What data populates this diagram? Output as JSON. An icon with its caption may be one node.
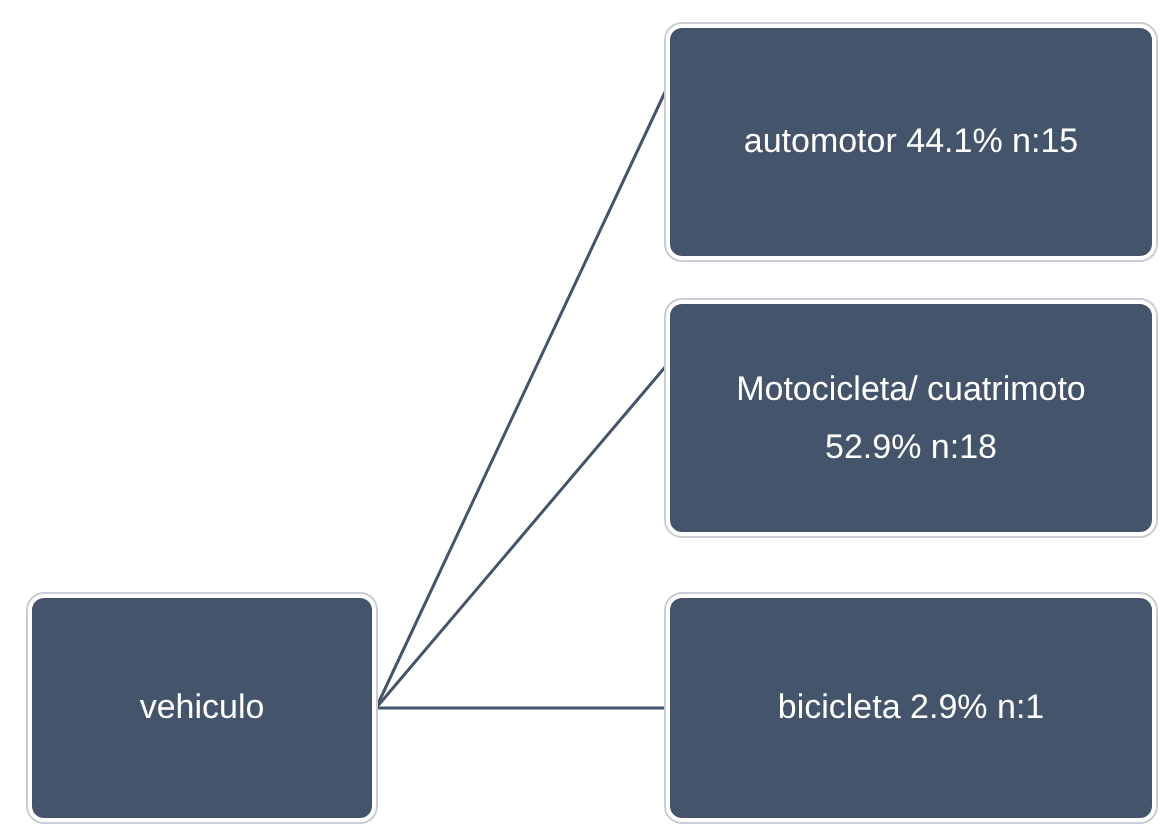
{
  "diagram": {
    "nodes": [
      {
        "text": [
          "vehiculo"
        ]
      },
      {
        "text": [
          "automotor 44.1% n:15"
        ]
      },
      {
        "text": [
          "Motocicleta/ cuatrimoto",
          "52.9% n:18"
        ]
      },
      {
        "text": [
          "bicicleta 2.9% n:1"
        ]
      }
    ],
    "edges": [
      {
        "from": 0,
        "to": 1,
        "arrow": "none"
      },
      {
        "from": 0,
        "to": 2,
        "arrow": "none"
      },
      {
        "from": 0,
        "to": 3,
        "arrow": "none"
      }
    ]
  }
}
